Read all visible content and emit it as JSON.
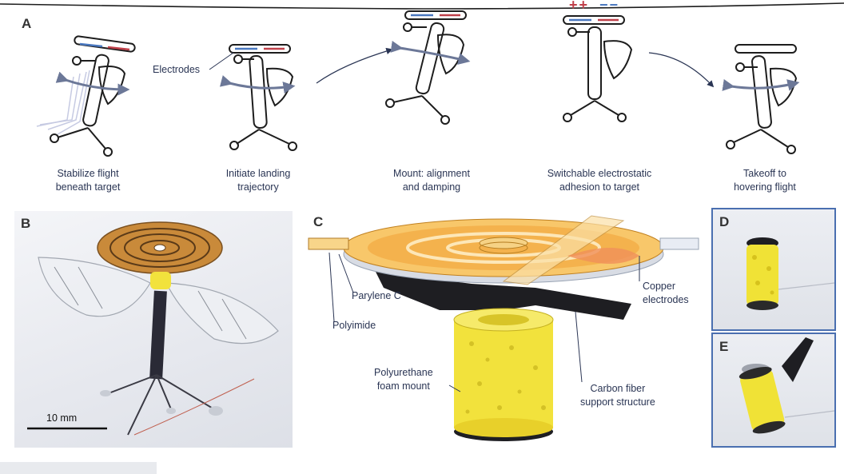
{
  "panel_a": {
    "letter": "A",
    "electrodes_label": "Electrodes",
    "charge_plus": "++",
    "charge_minus": "−−",
    "steps": [
      {
        "line1": "Stabilize flight",
        "line2": "beneath target"
      },
      {
        "line1": "Initiate landing",
        "line2": "trajectory"
      },
      {
        "line1": "Mount: alignment",
        "line2": "and damping"
      },
      {
        "line1": "Switchable electrostatic",
        "line2": "adhesion to target"
      },
      {
        "line1": "Takeoff to",
        "line2": "hovering flight"
      }
    ]
  },
  "panel_b": {
    "letter": "B",
    "scale_bar": "10 mm"
  },
  "panel_c": {
    "letter": "C",
    "labels": {
      "parylene": "Parylene C",
      "polyimide": "Polyimide",
      "copper_line1": "Copper",
      "copper_line2": "electrodes",
      "foam_line1": "Polyurethane",
      "foam_line2": "foam mount",
      "carbon_line1": "Carbon fiber",
      "carbon_line2": "support structure"
    }
  },
  "panel_d": {
    "letter": "D"
  },
  "panel_e": {
    "letter": "E"
  },
  "colors": {
    "label_text": "#2a3554",
    "electrode_blue": "#4a78c0",
    "electrode_red": "#c0404a",
    "copper": "#f2a43a",
    "foam": "#f2e23c",
    "frame_border": "#4a6fb0"
  }
}
